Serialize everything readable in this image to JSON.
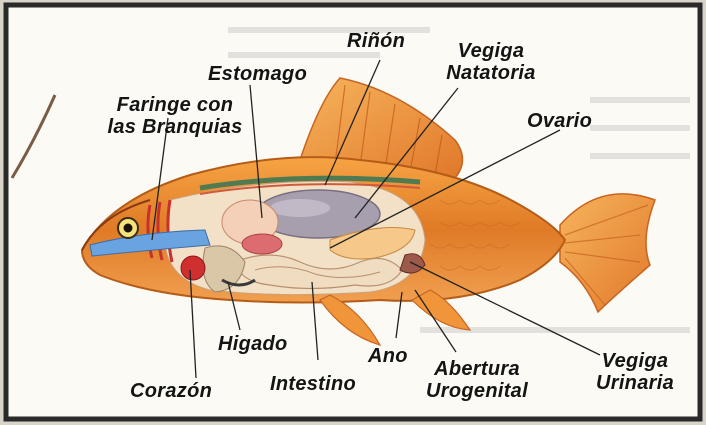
{
  "labels": {
    "faringe": "Faringe con\nlas Branquias",
    "estomago": "Estomago",
    "rinon": "Riñón",
    "vegiga_natatoria": "Vegiga\nNatatoria",
    "ovario": "Ovario",
    "higado": "Higado",
    "corazon": "Corazón",
    "intestino": "Intestino",
    "ano": "Ano",
    "abertura": "Abertura\nUrogenital",
    "vegiga_urinaria": "Vegiga\nUrinaria"
  },
  "colors": {
    "background": "#fbfaf4",
    "body": "#e88a2e",
    "fins": "#f0953a",
    "organs_light": "#f3e1c7",
    "gills": "#d8403a",
    "blue": "#6aa4e0",
    "swim_bladder": "#a89fae",
    "frame": "#2a2a2a"
  }
}
